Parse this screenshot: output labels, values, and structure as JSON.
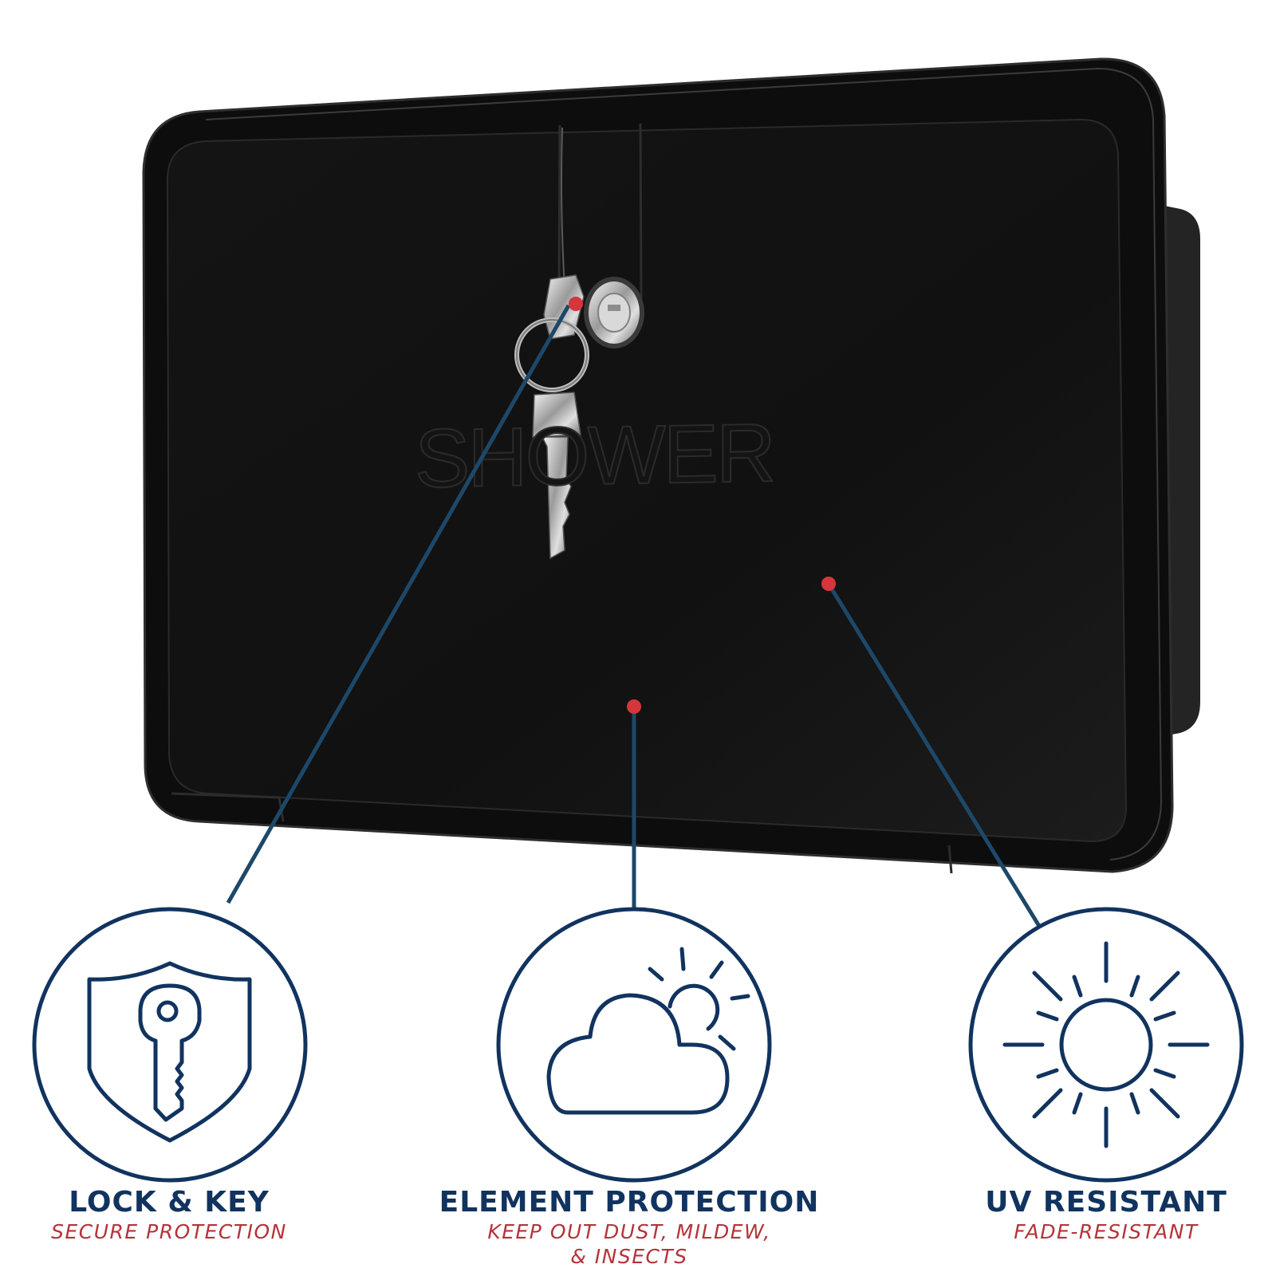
{
  "product": {
    "embossed_label": "SHOWER"
  },
  "features": [
    {
      "title": "LOCK & KEY",
      "subtitle": "SECURE PROTECTION",
      "icon": "shield-key-icon"
    },
    {
      "title": "ELEMENT PROTECTION",
      "subtitle": "KEEP OUT DUST, MILDEW,",
      "subtitle2": "& INSECTS",
      "icon": "cloud-sun-icon"
    },
    {
      "title": "UV RESISTANT",
      "subtitle": "FADE-RESISTANT",
      "icon": "sun-icon"
    }
  ],
  "colors": {
    "navy": "#11335f",
    "callout_line": "#1d4869",
    "callout_dot": "#d6353c",
    "accent_red": "#b5333a",
    "door": "#121212"
  }
}
